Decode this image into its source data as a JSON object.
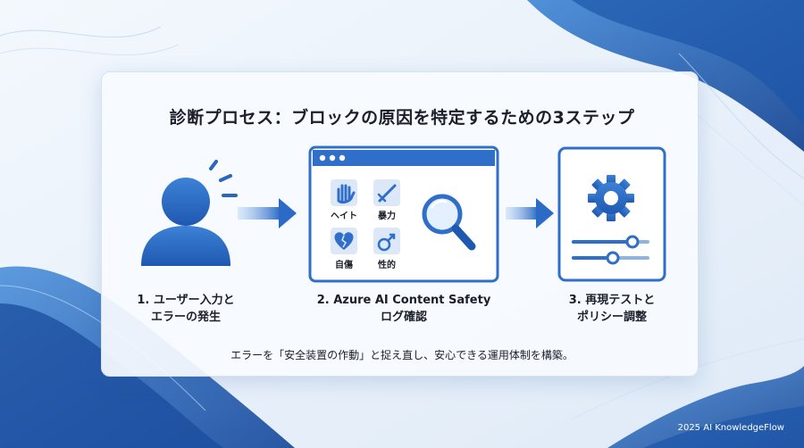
{
  "title": "診断プロセス：ブロックの原因を特定するための3ステップ",
  "steps": [
    {
      "line1": "1. ユーザー入力と",
      "line2": "エラーの発生"
    },
    {
      "line1": "2. Azure AI Content Safety",
      "line2": "ログ確認"
    },
    {
      "line1": "3. 再現テストと",
      "line2": "ポリシー調整"
    }
  ],
  "categories": [
    "ヘイト",
    "暴力",
    "自傷",
    "性的"
  ],
  "summary": "エラーを「安全装置の作動」と捉え直し、安心できる運用体制を構築。",
  "footer": "2025 AI KnowledgeFlow",
  "colors": {
    "accent": "#2f6fca",
    "dark_blue": "#1c4f9e",
    "icon_tile": "#dce8f7"
  }
}
